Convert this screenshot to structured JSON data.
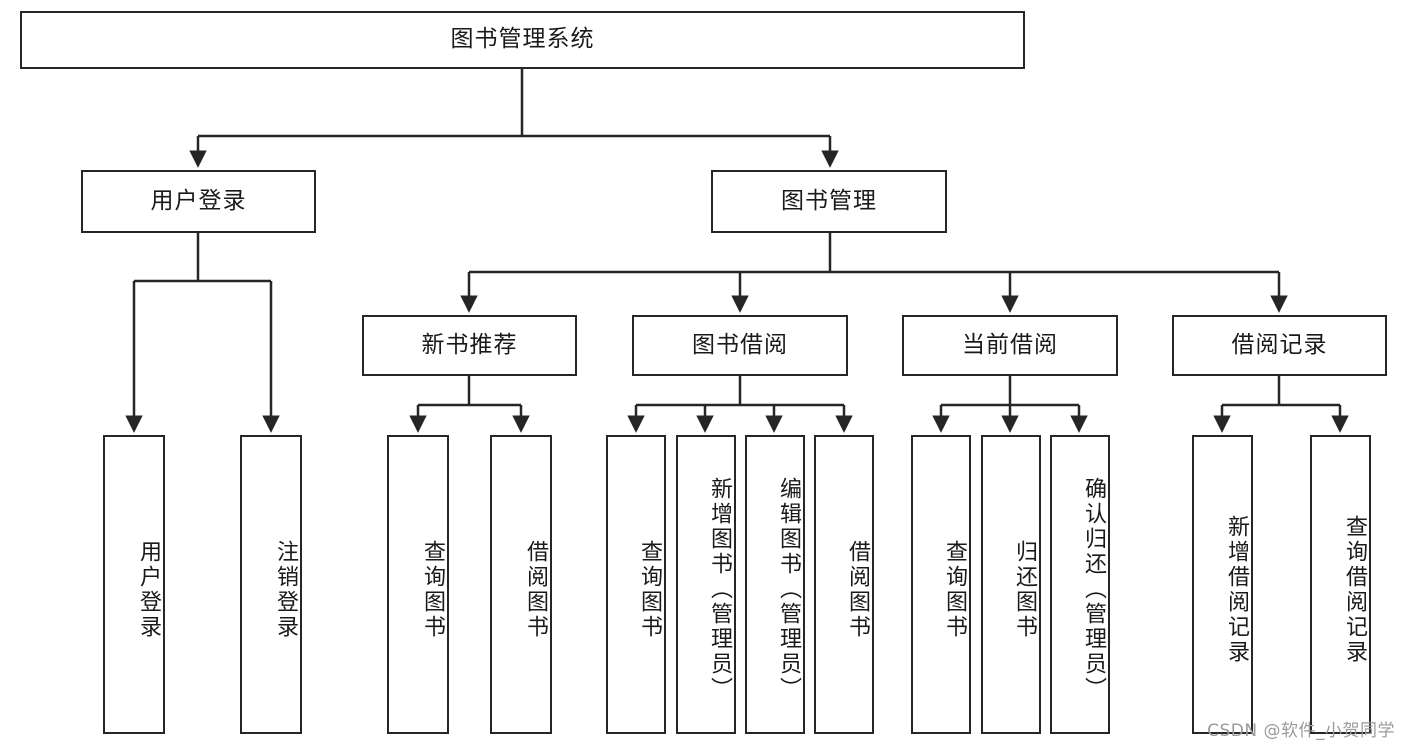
{
  "diagram": {
    "type": "tree-hierarchy-chart",
    "title": "图书管理系统",
    "orientation": "top-down",
    "colors": {
      "box_border": "#262626",
      "box_fill": "#ffffff",
      "edge": "#262626",
      "text": "#1a1a1a",
      "watermark": "#9a9a9a",
      "background": "#ffffff"
    },
    "root": {
      "label": "图书管理系统",
      "text_direction": "horizontal"
    },
    "level2": [
      {
        "label": "用户登录",
        "text_direction": "horizontal"
      },
      {
        "label": "图书管理",
        "text_direction": "horizontal"
      }
    ],
    "level3": [
      {
        "label": "新书推荐",
        "text_direction": "horizontal",
        "parent": "图书管理"
      },
      {
        "label": "图书借阅",
        "text_direction": "horizontal",
        "parent": "图书管理"
      },
      {
        "label": "当前借阅",
        "text_direction": "horizontal",
        "parent": "图书管理"
      },
      {
        "label": "借阅记录",
        "text_direction": "horizontal",
        "parent": "图书管理"
      }
    ],
    "leaves": {
      "用户登录": [
        {
          "label": "用户登录",
          "text_direction": "vertical"
        },
        {
          "label": "注销登录",
          "text_direction": "vertical"
        }
      ],
      "新书推荐": [
        {
          "label": "查询图书",
          "text_direction": "vertical"
        },
        {
          "label": "借阅图书",
          "text_direction": "vertical"
        }
      ],
      "图书借阅": [
        {
          "label": "查询图书",
          "text_direction": "vertical"
        },
        {
          "label": "新增图书（管理员）",
          "text_direction": "vertical"
        },
        {
          "label": "编辑图书（管理员）",
          "text_direction": "vertical"
        },
        {
          "label": "借阅图书",
          "text_direction": "vertical"
        }
      ],
      "当前借阅": [
        {
          "label": "查询图书",
          "text_direction": "vertical"
        },
        {
          "label": "归还图书",
          "text_direction": "vertical"
        },
        {
          "label": "确认归还（管理员）",
          "text_direction": "vertical"
        }
      ],
      "借阅记录": [
        {
          "label": "新增借阅记录",
          "text_direction": "vertical"
        },
        {
          "label": "查询借阅记录",
          "text_direction": "vertical"
        }
      ]
    }
  },
  "watermark": {
    "text": "CSDN @软件_小贺同学"
  }
}
